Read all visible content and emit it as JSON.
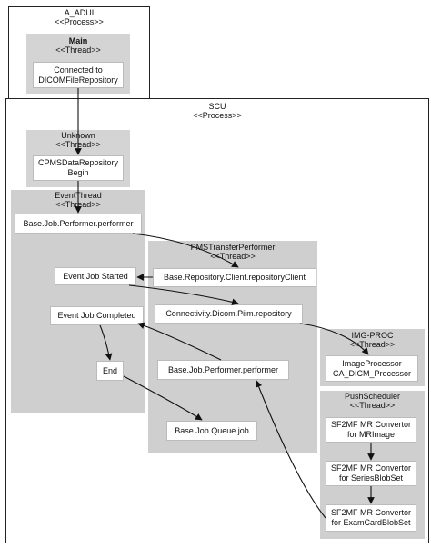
{
  "processes": {
    "a_adui": {
      "name": "A_ADUI",
      "stereotype": "<<Process>>"
    },
    "scu": {
      "name": "SCU",
      "stereotype": "<<Process>>"
    }
  },
  "threads": {
    "main": {
      "name": "Main",
      "stereotype": "<<Thread>>"
    },
    "unknown": {
      "name": "Unknown",
      "stereotype": "<<Thread>>"
    },
    "event_thread": {
      "name": "EventThread",
      "stereotype": "<<Thread>>"
    },
    "pms_transfer": {
      "name": "PMSTransferPerformer",
      "stereotype": "<<Thread>>"
    },
    "img_proc": {
      "name": "IMG-PROC",
      "stereotype": "<<Thread>>"
    },
    "push_scheduler": {
      "name": "PushScheduler",
      "stereotype": "<<Thread>>"
    }
  },
  "nodes": {
    "connected": "Connected to DICOMFileRepository",
    "cpms_begin": "CPMSDataRepository Begin",
    "performer_1": "Base.Job.Performer.performer",
    "job_started": "Event Job Started",
    "job_completed": "Event Job Completed",
    "end": "End",
    "repository_client": "Base.Repository.Client.repositoryClient",
    "piim_repository": "Connectivity.Dicom.Piim.repository",
    "performer_2": "Base.Job.Performer.performer",
    "queue_job": "Base.Job.Queue.job",
    "image_processor": "ImageProcessor CA_DICM_Processor",
    "mr_image": "SF2MF MR Convertor for MRImage",
    "series_blob": "SF2MF MR Convertor for SeriesBlobSet",
    "examcard_blob": "SF2MF MR Convertor for ExamCardBlobSet"
  }
}
